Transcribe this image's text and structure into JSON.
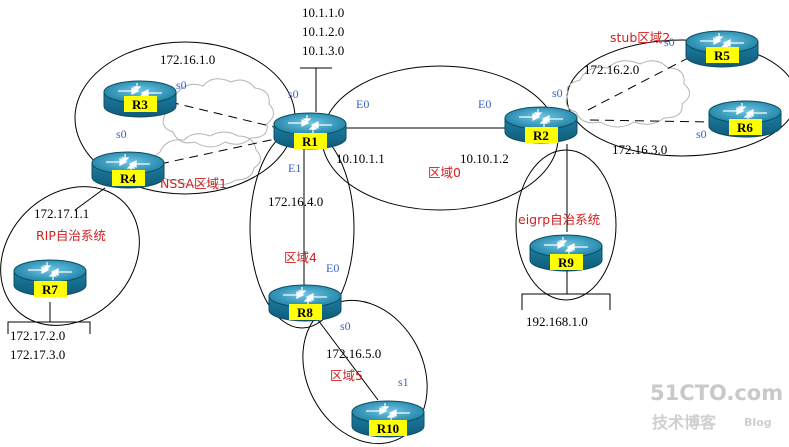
{
  "routers": {
    "r1": "R1",
    "r2": "R2",
    "r3": "R3",
    "r4": "R4",
    "r5": "R5",
    "r6": "R6",
    "r7": "R7",
    "r8": "R8",
    "r9": "R9",
    "r10": "R10"
  },
  "networks": {
    "top1": "10.1.1.0",
    "top2": "10.1.2.0",
    "top3": "10.1.3.0",
    "net_r3": "172.16.1.0",
    "net_r5": "172.16.2.0",
    "net_r6": "172.16.3.0",
    "net_r8": "172.16.4.0",
    "net_r10": "172.16.5.0",
    "r4_net": "172.17.1.1",
    "r7_net1": "172.17.2.0",
    "r7_net2": "172.17.3.0",
    "r9_net": "192.168.1.0",
    "r1_ip": "10.10.1.1",
    "r2_ip": "10.10.1.2"
  },
  "interfaces": {
    "r1_s0": "s0",
    "r1_e0": "E0",
    "r1_e1": "E1",
    "r2_e0": "E0",
    "r2_s0": "s0",
    "r3_s0": "s0",
    "r4_s0": "s0",
    "r5_s0": "s0",
    "r6_s0": "s0",
    "r8_e0": "E0",
    "r8_s0": "s0",
    "r10_s1": "s1"
  },
  "areas": {
    "nssa": "NSSA区域1",
    "area0": "区域0",
    "stub": "stub区域2",
    "area4": "区域4",
    "area5": "区域5",
    "rip": "RIP自治系统",
    "eigrp": "eigrp自治系统"
  },
  "watermark": {
    "main": "51CTO.com",
    "sub": "技术博客",
    "blog": "Blog"
  },
  "colors": {
    "router_body": "#1a7ea0",
    "router_label_bg": "#ffff00",
    "interface_text": "#3a5fcd",
    "area_text": "#d22020"
  }
}
